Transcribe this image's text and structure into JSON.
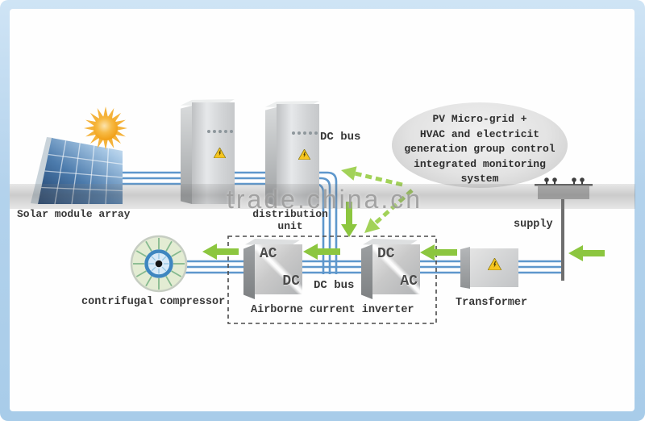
{
  "diagram": {
    "cloud": {
      "lines": [
        "PV Micro-grid +",
        "HVAC and electricit",
        "generation group control",
        "integrated monitoring",
        "system"
      ]
    },
    "labels": {
      "dc_bus_top": "DC bus",
      "dc_bus_mid": "DC bus",
      "solar_array": "Solar module array",
      "distribution_line1": "distribution",
      "distribution_line2": "unit",
      "compressor": "contrifugal compressor",
      "inverter_group": "Airborne current inverter",
      "transformer": "Transformer",
      "supply": "supply"
    },
    "inverter_left": {
      "top": "AC",
      "bottom": "DC"
    },
    "inverter_right": {
      "top": "DC",
      "bottom": "AC"
    },
    "watermark": "trade.china.cn",
    "colors": {
      "line_blue": "#5e97cc",
      "arrow_green": "#8cc63f",
      "arrow_green_dashed": "#a2d258",
      "frame_blue": "#b3d2ec",
      "warning_yellow": "#f6c51f"
    }
  }
}
